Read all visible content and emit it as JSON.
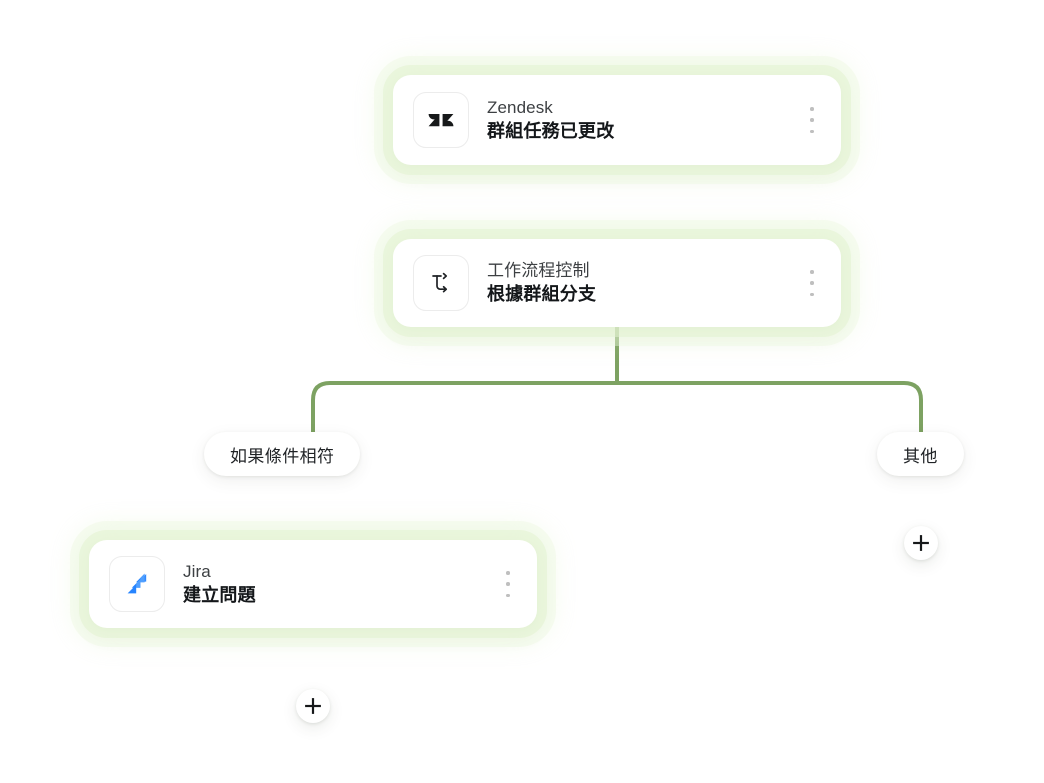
{
  "canvas": {
    "background_color": "#ffffff",
    "connector_color": "#7da262",
    "glow_color": "#e3f2cf"
  },
  "nodes": [
    {
      "id": "zendesk-trigger",
      "app": "Zendesk",
      "action": "群組任務已更改",
      "icon": "zendesk-icon",
      "menu_icon": "kebab-menu-icon"
    },
    {
      "id": "workflow-control",
      "app": "工作流程控制",
      "action": "根據群組分支",
      "icon": "branch-arrow-icon",
      "menu_icon": "kebab-menu-icon"
    },
    {
      "id": "jira-action",
      "app": "Jira",
      "action": "建立問題",
      "icon": "jira-icon",
      "menu_icon": "kebab-menu-icon"
    }
  ],
  "branches": [
    {
      "id": "branch-if",
      "label": "如果條件相符"
    },
    {
      "id": "branch-else",
      "label": "其他"
    }
  ],
  "add_buttons": [
    {
      "id": "add-step-else",
      "label": "+"
    },
    {
      "id": "add-step-if",
      "label": "+"
    }
  ]
}
